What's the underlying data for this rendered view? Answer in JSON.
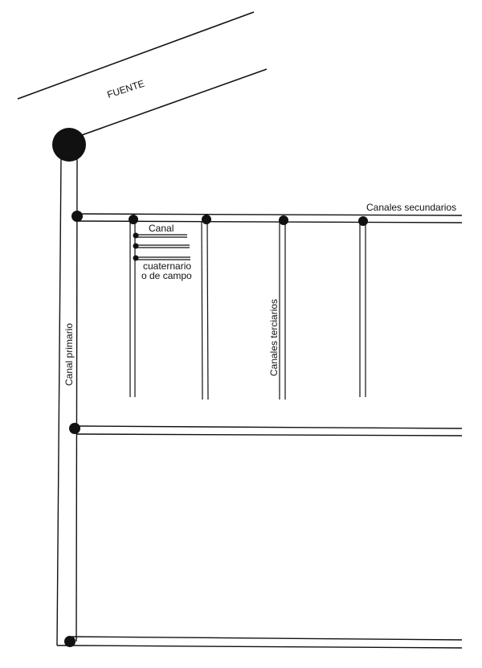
{
  "diagram": {
    "type": "irrigation-canal-network",
    "labels": {
      "source": "FUENTE",
      "secondary": "Canales secundarios",
      "primary": "Canal  primario",
      "tertiary": "Canales terciarios",
      "quaternary_line1": "Canal",
      "quaternary_line2": "cuaternario",
      "quaternary_line3": "o de campo"
    },
    "colors": {
      "ink": "#111111",
      "background": "#ffffff"
    }
  }
}
